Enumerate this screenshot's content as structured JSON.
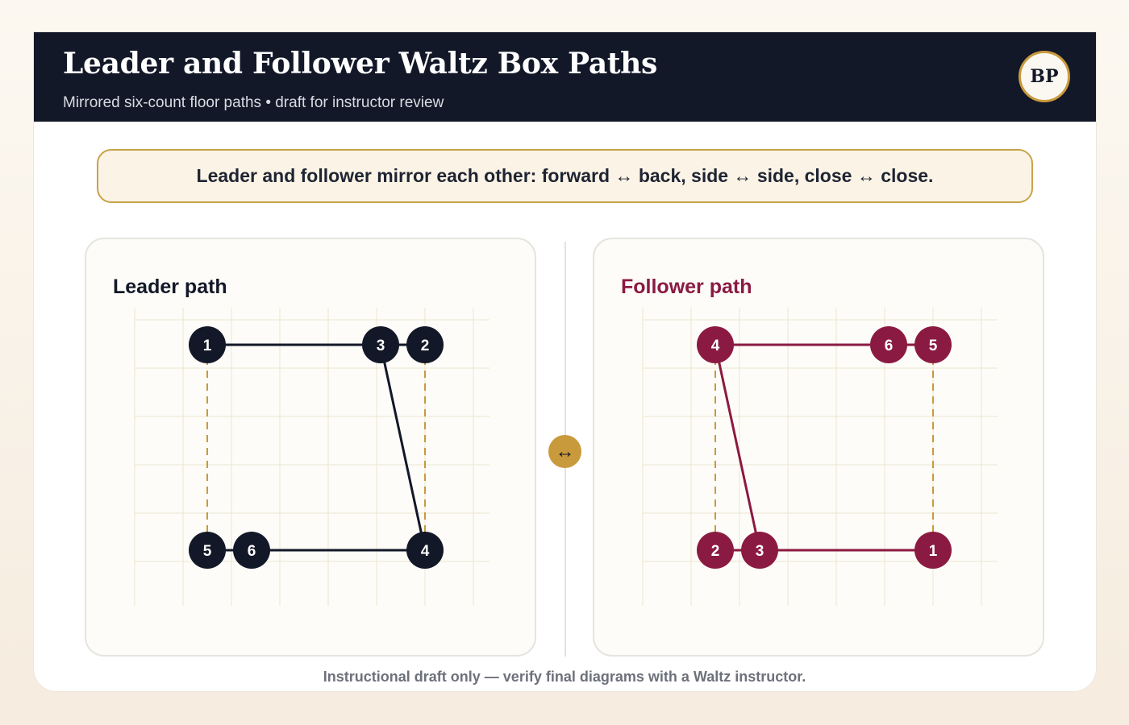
{
  "header": {
    "title": "Leader and Follower Waltz Box Paths",
    "subtitle": "Mirrored six-count floor paths • draft for instructor review",
    "badge": "BP"
  },
  "note": "Leader and follower mirror each other: forward ↔ back, side ↔ side, close ↔ close.",
  "mirror_symbol": "↔",
  "colors": {
    "header_bg": "#131828",
    "leader": "#131828",
    "follower": "#8b1a42",
    "accent": "#c99a3c",
    "grid": "#ece6cf"
  },
  "leader": {
    "title": "Leader path",
    "steps": [
      "1",
      "3",
      "2",
      "4",
      "5",
      "6"
    ]
  },
  "follower": {
    "title": "Follower path",
    "steps": [
      "4",
      "6",
      "5",
      "2",
      "3",
      "1"
    ]
  },
  "footer": "Instructional draft only — verify final diagrams with a Waltz instructor."
}
